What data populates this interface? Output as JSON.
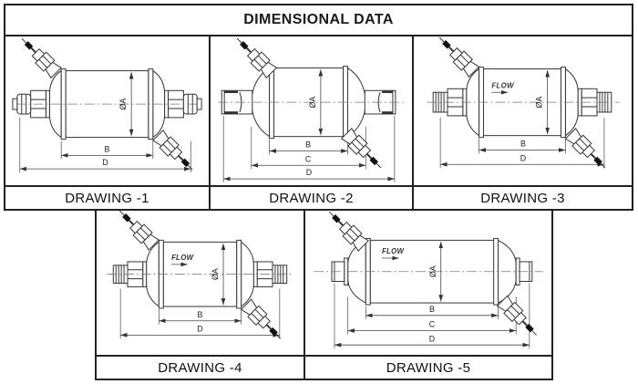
{
  "title": "DIMENSIONAL DATA",
  "drawings": [
    {
      "label": "DRAWING -1"
    },
    {
      "label": "DRAWING -2"
    },
    {
      "label": "DRAWING -3"
    },
    {
      "label": "DRAWING -4"
    },
    {
      "label": "DRAWING -5"
    }
  ],
  "dim_labels": {
    "diameter": "ØA",
    "b": "B",
    "c": "C",
    "d": "D"
  },
  "flow_label": "FLOW",
  "colors": {
    "line": "#333333",
    "border": "#222222",
    "background": "#ffffff",
    "valve_tip": "#111111"
  }
}
